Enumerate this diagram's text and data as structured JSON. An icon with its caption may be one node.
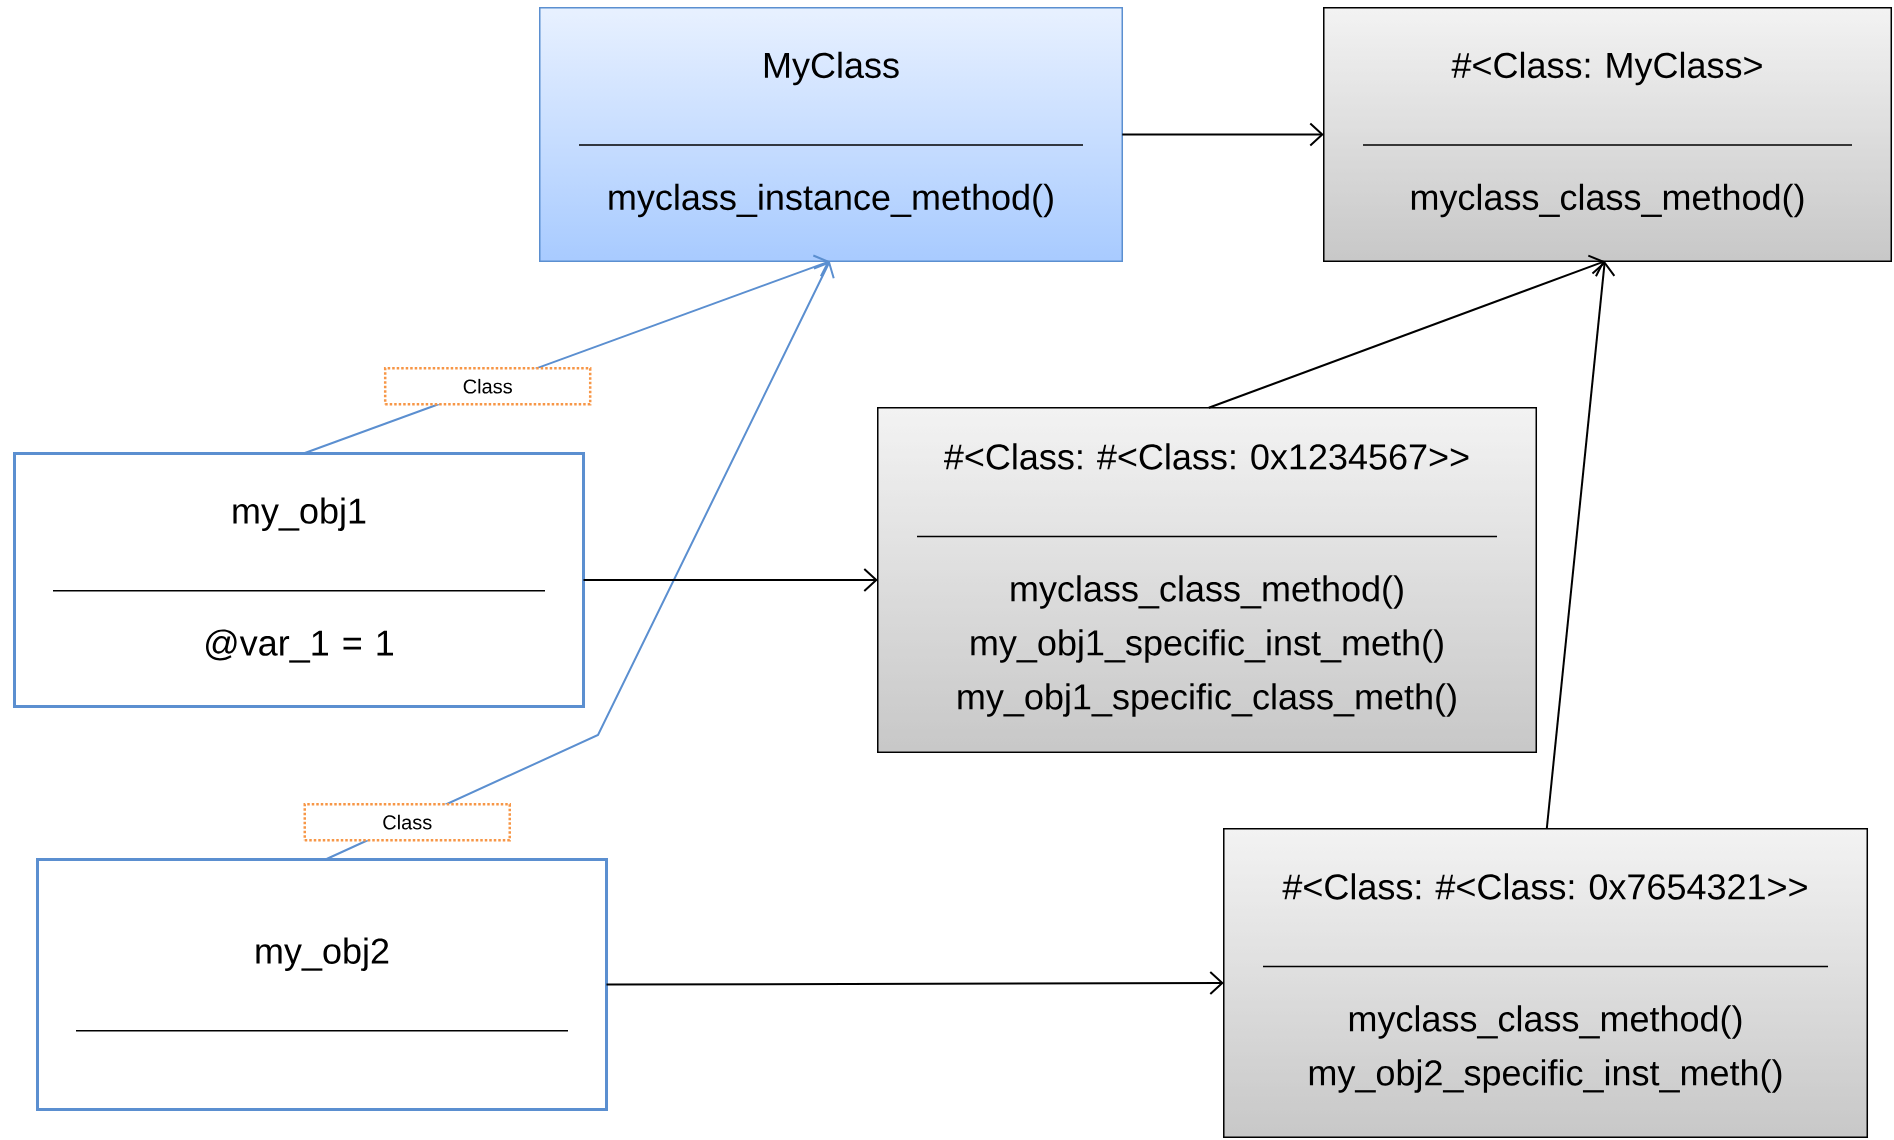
{
  "diagram": {
    "nodes": [
      {
        "text": [
          "MyClass",
          "myclass_instance_method()"
        ]
      },
      {
        "text": [
          "#<Class: MyClass>",
          "myclass_class_method()"
        ]
      },
      {
        "text": [
          "my_obj1",
          "@var_1 = 1"
        ]
      },
      {
        "text": [
          "#<Class: #<Class: 0x1234567>>",
          "myclass_class_method()",
          "my_obj1_specific_inst_meth()",
          "my_obj1_specific_class_meth()"
        ]
      },
      {
        "text": [
          "my_obj2"
        ]
      },
      {
        "text": [
          "#<Class: #<Class: 0x7654321>>",
          "myclass_class_method()",
          "my_obj2_specific_inst_meth()"
        ]
      }
    ],
    "edges": [
      {
        "from": 0,
        "to": 1,
        "arrow": "to"
      },
      {
        "from": 2,
        "to": 0,
        "arrow": "to",
        "label": "Class",
        "color": "#5b8fd0"
      },
      {
        "from": 4,
        "to": 0,
        "arrow": "to",
        "label": "Class",
        "color": "#5b8fd0"
      },
      {
        "from": 2,
        "to": 3,
        "arrow": "to"
      },
      {
        "from": 3,
        "to": 1,
        "arrow": "to"
      },
      {
        "from": 4,
        "to": 5,
        "arrow": "to"
      },
      {
        "from": 5,
        "to": 1,
        "arrow": "to"
      }
    ]
  }
}
